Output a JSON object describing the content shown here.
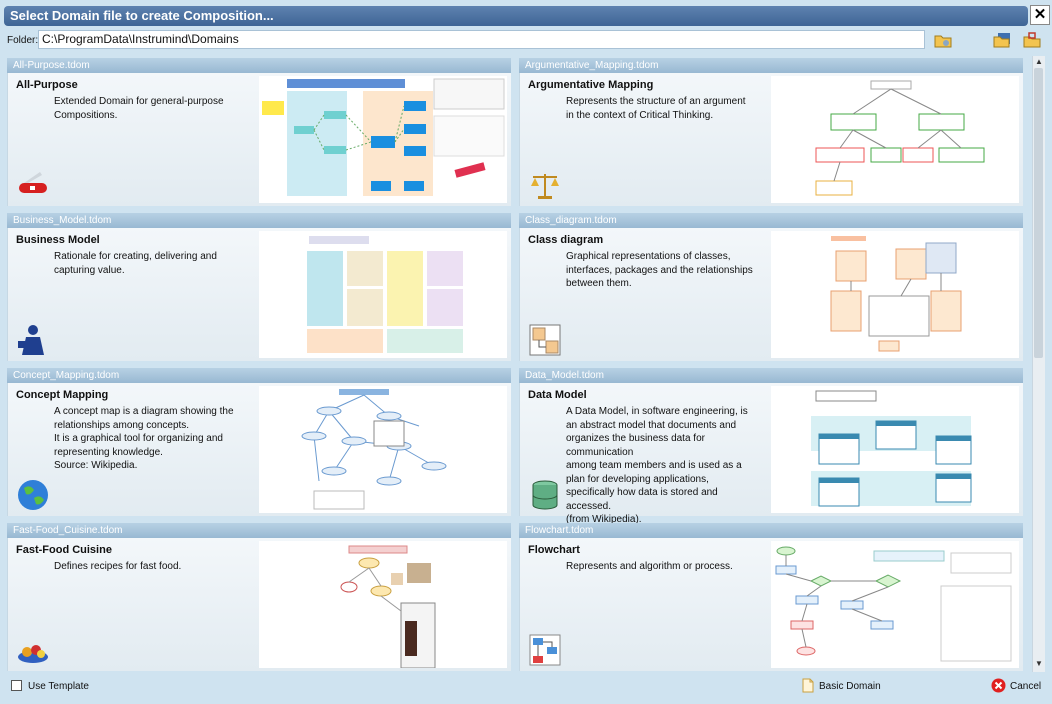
{
  "window": {
    "title": "Select Domain file to create Composition...",
    "close_glyph": "✕"
  },
  "folder": {
    "label": "Folder:",
    "path": "C:\\ProgramData\\Instrumind\\Domains"
  },
  "toolbar": {
    "icons": [
      "open-folder-icon",
      "save-folder-icon",
      "locked-folder-icon"
    ]
  },
  "domains": [
    {
      "file": "All-Purpose.tdom",
      "name": "All-Purpose",
      "description": "Extended Domain for general-purpose Compositions.",
      "icon": "swiss-knife-icon"
    },
    {
      "file": "Argumentative_Mapping.tdom",
      "name": "Argumentative Mapping",
      "description": "Represents the structure of an argument in the context of Critical Thinking.",
      "icon": "scales-icon"
    },
    {
      "file": "Business_Model.tdom",
      "name": "Business Model",
      "description": "Rationale for creating, delivering and capturing value.",
      "icon": "businessman-icon"
    },
    {
      "file": "Class_diagram.tdom",
      "name": "Class diagram",
      "description": "Graphical representations of classes, interfaces, packages and the relationships between them.",
      "icon": "class-diagram-icon"
    },
    {
      "file": "Concept_Mapping.tdom",
      "name": "Concept Mapping",
      "description": "A concept map is a diagram showing the relationships among concepts.\nIt is a graphical tool for organizing and representing knowledge.\nSource: Wikipedia.",
      "icon": "globe-icon"
    },
    {
      "file": "Data_Model.tdom",
      "name": "Data Model",
      "description": "A Data Model, in software engineering, is an abstract model that documents and organizes the business data for communication\namong team members and is used as a plan for developing applications, specifically how data is stored and accessed.\n(from Wikipedia).",
      "icon": "database-icon"
    },
    {
      "file": "Fast-Food_Cuisine.tdom",
      "name": "Fast-Food Cuisine",
      "description": "Defines recipes for fast food.",
      "icon": "food-tray-icon"
    },
    {
      "file": "Flowchart.tdom",
      "name": "Flowchart",
      "description": "Represents and algorithm or process.",
      "icon": "flowchart-icon"
    }
  ],
  "footer": {
    "use_template": "Use Template",
    "basic_domain": "Basic Domain",
    "cancel": "Cancel"
  }
}
